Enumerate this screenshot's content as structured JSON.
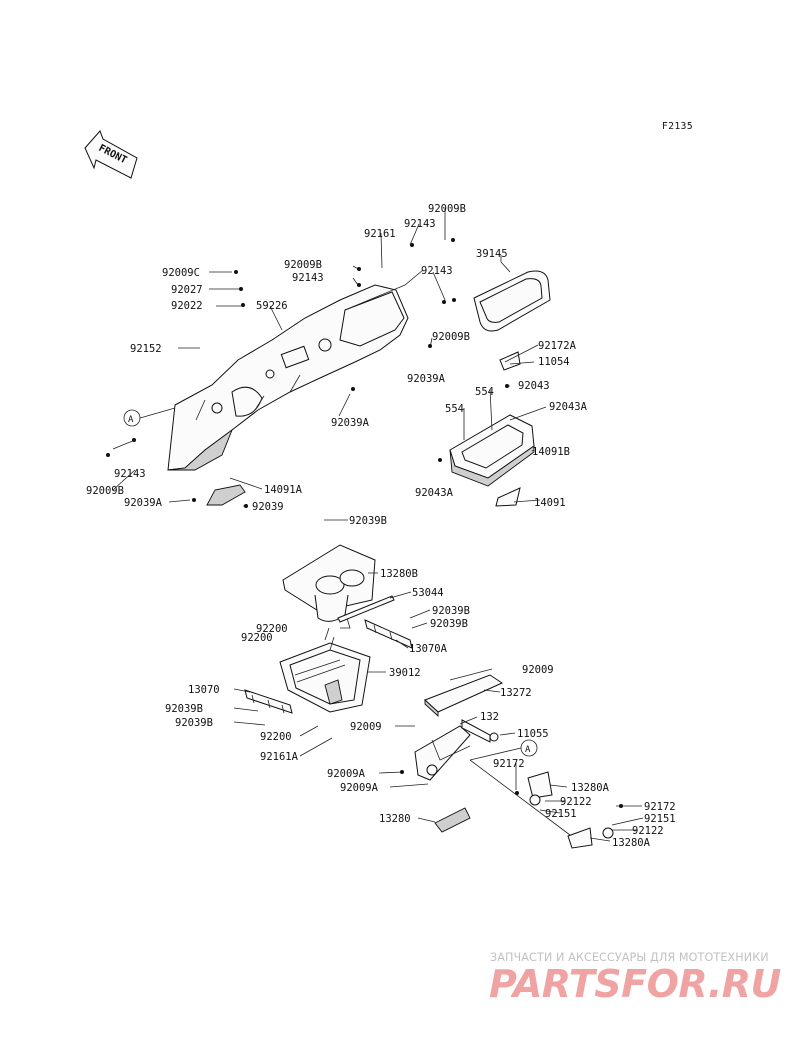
{
  "figure_id": "F2135",
  "front_label": "FRONT",
  "callouts": {
    "92009B_a": "92009B",
    "92143_a": "92143",
    "92161_a": "92161",
    "39145": "39145",
    "92009B_b": "92009B",
    "92143_b": "92143",
    "92009C": "92009C",
    "92027": "92027",
    "92022": "92022",
    "59226": "59226",
    "92143_c": "92143",
    "92009B_c": "92009B",
    "92152": "92152",
    "92039A_a": "92039A",
    "92172A": "92172A",
    "11054": "11054",
    "92043": "92043",
    "554_a": "554",
    "554_b": "554",
    "92043A_a": "92043A",
    "A_ref_1": "A",
    "92039A_b": "92039A",
    "14091B": "14091B",
    "92143_d": "92143",
    "92009B_d": "92009B",
    "92043A_b": "92043A",
    "14091A": "14091A",
    "92039A_c": "92039A",
    "92039": "92039",
    "14091": "14091",
    "92039B_a": "92039B",
    "13280B": "13280B",
    "53044": "53044",
    "92039B_b": "92039B",
    "92039B_c": "92039B",
    "92200_a": "92200",
    "92200_b": "92200",
    "13070A": "13070A",
    "39012": "39012",
    "92009_a": "92009",
    "13070": "13070",
    "13272": "13272",
    "92039B_d": "92039B",
    "92039B_e": "92039B",
    "132": "132",
    "92009_b": "92009",
    "11055": "11055",
    "92200_c": "92200",
    "A_ref_2": "A",
    "92161A": "92161A",
    "92172_a": "92172",
    "92009A_a": "92009A",
    "13280A_a": "13280A",
    "92009A_b": "92009A",
    "92122_a": "92122",
    "92151_a": "92151",
    "92172_b": "92172",
    "13280": "13280",
    "92151_b": "92151",
    "92122_b": "92122",
    "13280A_b": "13280A"
  },
  "watermark": {
    "subtitle": "ЗАПЧАСТИ И АКСЕССУАРЫ ДЛЯ МОТОТЕХНИКИ",
    "logo": "PARTSFOR.RU",
    "color": "#ef9a9a"
  }
}
